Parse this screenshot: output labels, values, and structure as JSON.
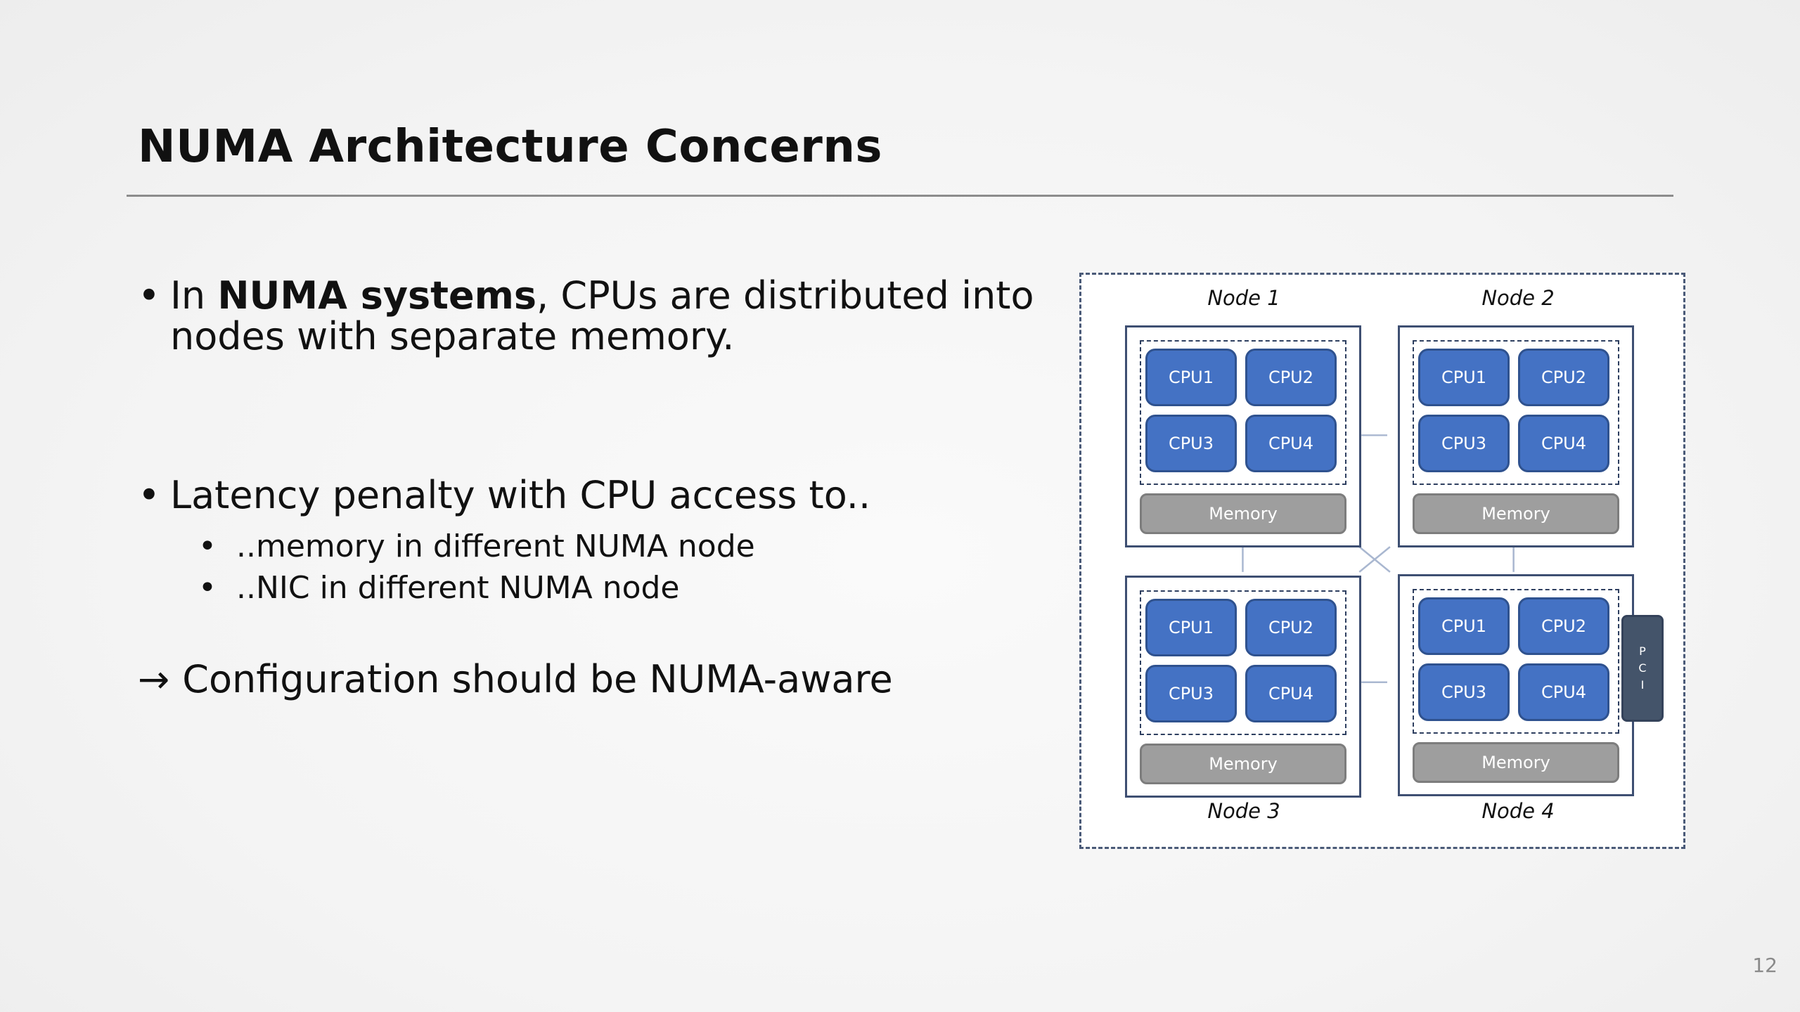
{
  "slide": {
    "title": "NUMA Architecture Concerns",
    "page_number": "12"
  },
  "bullets": {
    "b1": {
      "dot": "•",
      "prefix": "In ",
      "bold": "NUMA systems",
      "suffix": ", CPUs are distributed into nodes with separate memory."
    },
    "b2": {
      "dot": "•",
      "text": "Latency penalty with CPU access to..",
      "sub": [
        {
          "dot": "•",
          "text": "..memory in different NUMA node"
        },
        {
          "dot": "•",
          "text": "..NIC in different NUMA node"
        }
      ]
    },
    "conclusion": {
      "arrow": "→",
      "text": "Configuration should be NUMA-aware"
    }
  },
  "diagram": {
    "colors": {
      "cpu": "#4472c4",
      "memory": "#9e9e9e",
      "pci": "#44546a",
      "border": "#3e4f72"
    },
    "nodes": [
      {
        "label": "Node 1",
        "cpus": [
          "CPU1",
          "CPU2",
          "CPU3",
          "CPU4"
        ],
        "memory": "Memory"
      },
      {
        "label": "Node 2",
        "cpus": [
          "CPU1",
          "CPU2",
          "CPU3",
          "CPU4"
        ],
        "memory": "Memory"
      },
      {
        "label": "Node 3",
        "cpus": [
          "CPU1",
          "CPU2",
          "CPU3",
          "CPU4"
        ],
        "memory": "Memory"
      },
      {
        "label": "Node 4",
        "cpus": [
          "CPU1",
          "CPU2",
          "CPU3",
          "CPU4"
        ],
        "memory": "Memory"
      }
    ],
    "pci": [
      "P",
      "C",
      "I"
    ]
  }
}
